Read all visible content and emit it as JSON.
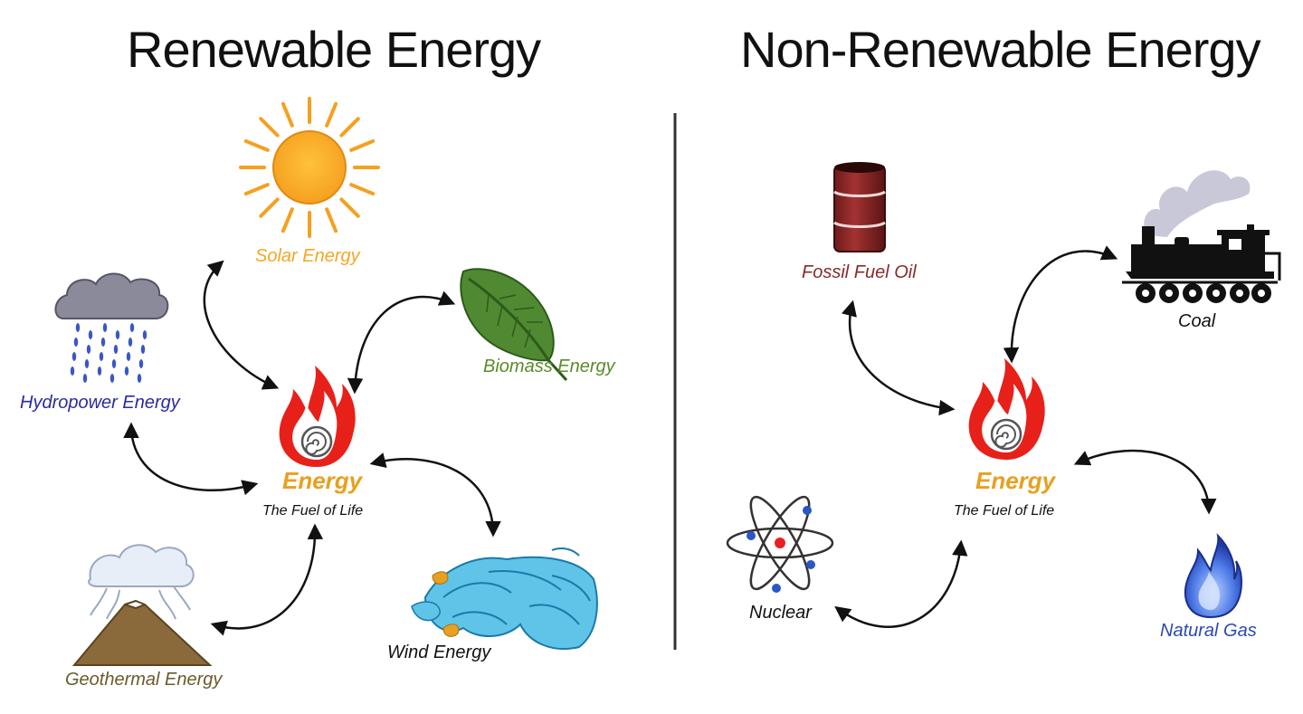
{
  "titles": {
    "renewable": "Renewable Energy",
    "non_renewable": "Non-Renewable Energy"
  },
  "renewable": {
    "center": {
      "label": "Energy",
      "sub": "The Fuel of Life"
    },
    "sources": {
      "solar": "Solar Energy",
      "biomass": "Biomass Energy",
      "hydropower": "Hydropower Energy",
      "geothermal": "Geothermal Energy",
      "wind": "Wind Energy"
    }
  },
  "non_renewable": {
    "center": {
      "label": "Energy",
      "sub": "The Fuel of Life"
    },
    "sources": {
      "oil": "Fossil Fuel Oil",
      "coal": "Coal",
      "nuclear": "Nuclear",
      "gas": "Natural Gas"
    }
  },
  "colors": {
    "solar": "#f5a623",
    "biomass": "#5a8a2a",
    "hydropower": "#2a2aa0",
    "geothermal": "#6b5a2a",
    "wind": "#111111",
    "oil": "#8a2a2a",
    "coal": "#111111",
    "nuclear": "#111111",
    "gas": "#2a4ab0",
    "energy": "#e8a020"
  },
  "icons": [
    "sun-icon",
    "leaf-icon",
    "rain-cloud-icon",
    "volcano-icon",
    "wind-wave-icon",
    "fire-icon",
    "oil-barrel-icon",
    "locomotive-icon",
    "atom-icon",
    "gas-flame-icon"
  ]
}
